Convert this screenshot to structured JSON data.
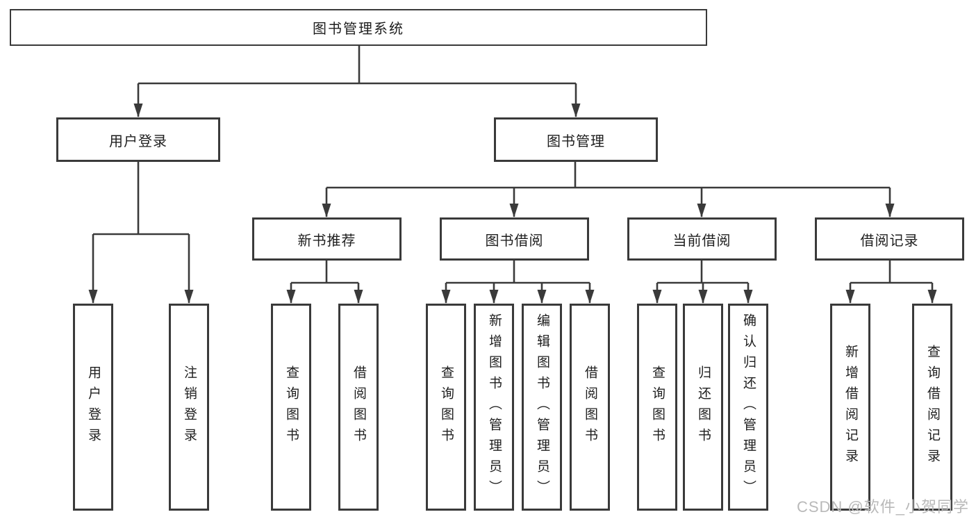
{
  "diagram": {
    "root": {
      "label": "图书管理系统"
    },
    "branches": {
      "user_login": {
        "label": "用户登录",
        "children": {
          "login": {
            "label": "用户登录"
          },
          "logout": {
            "label": "注销登录"
          }
        }
      },
      "book_mgmt": {
        "label": "图书管理",
        "children": {
          "new_book": {
            "label": "新书推荐",
            "children": {
              "query": {
                "label": "查询图书"
              },
              "borrow": {
                "label": "借阅图书"
              }
            }
          },
          "borrow_book": {
            "label": "图书借阅",
            "children": {
              "query": {
                "label": "查询图书"
              },
              "add": {
                "label": "新增图书（管理员）"
              },
              "edit": {
                "label": "编辑图书（管理员）"
              },
              "borrow": {
                "label": "借阅图书"
              }
            }
          },
          "current_borrow": {
            "label": "当前借阅",
            "children": {
              "query": {
                "label": "查询图书"
              },
              "return": {
                "label": "归还图书"
              },
              "confirm": {
                "label": "确认归还（管理员）"
              }
            }
          },
          "borrow_record": {
            "label": "借阅记录",
            "children": {
              "add": {
                "label": "新增借阅记录"
              },
              "query": {
                "label": "查询借阅记录"
              }
            }
          }
        }
      }
    }
  },
  "watermark": {
    "text": "CSDN @软件_小贺同学"
  },
  "colors": {
    "border": "#3a3a3a",
    "line": "#3a3a3a",
    "text": "#1e1e1e",
    "watermark": "#b9b9b9",
    "background": "#ffffff"
  }
}
